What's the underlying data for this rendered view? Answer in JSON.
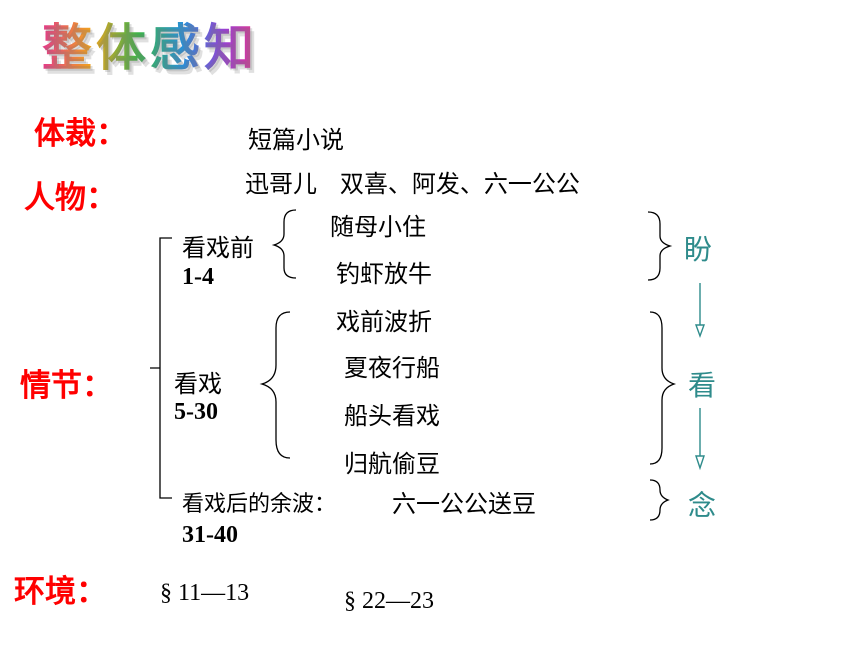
{
  "title": "整体感知",
  "genre": {
    "label": "体裁：",
    "value": "短篇小说"
  },
  "characters": {
    "label": "人物：",
    "value": "迅哥儿   双喜、阿发、六一公公"
  },
  "plot": {
    "label": "情节：",
    "before": {
      "title": "看戏前",
      "range": "1-4",
      "items": [
        "随母小住",
        "钓虾放牛"
      ]
    },
    "during": {
      "title": "看戏",
      "range": "5-30",
      "items": [
        "戏前波折",
        "夏夜行船",
        "船头看戏",
        "归航偷豆"
      ]
    },
    "after": {
      "title": "看戏后的余波：",
      "range": "31-40",
      "item": "六一公公送豆"
    }
  },
  "themes": [
    "盼",
    "看",
    "念"
  ],
  "environment": {
    "label": "环境：",
    "refs": [
      "§ 11—13",
      "§ 22—23"
    ]
  }
}
